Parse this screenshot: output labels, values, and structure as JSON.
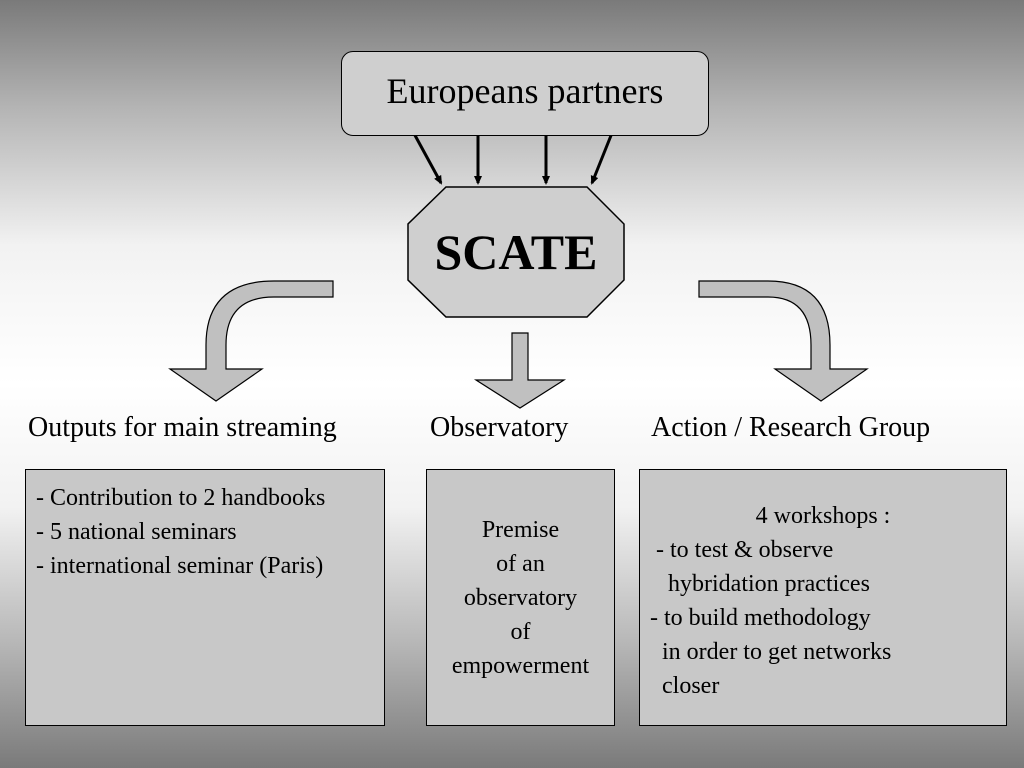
{
  "partners": {
    "label": "Europeans partners"
  },
  "center": {
    "label": "SCATE"
  },
  "columns": {
    "left": {
      "heading": "Outputs for main streaming",
      "items": [
        "- Contribution to 2 handbooks",
        "- 5 national seminars",
        "- international seminar (Paris)"
      ]
    },
    "middle": {
      "heading": "Observatory",
      "lines": [
        "Premise",
        "of an",
        "observatory",
        "of",
        "empowerment"
      ]
    },
    "right": {
      "heading": "Action / Research Group",
      "title": "4 workshops :",
      "lines": [
        " - to test & observe",
        "   hybridation practices",
        "- to build methodology",
        "  in order to get networks",
        "  closer"
      ]
    }
  },
  "colors": {
    "box_fill": "#cfcfcf",
    "panel_fill": "#c8c8c8",
    "arrow_fill": "#c0c0c0",
    "border": "#000000"
  }
}
